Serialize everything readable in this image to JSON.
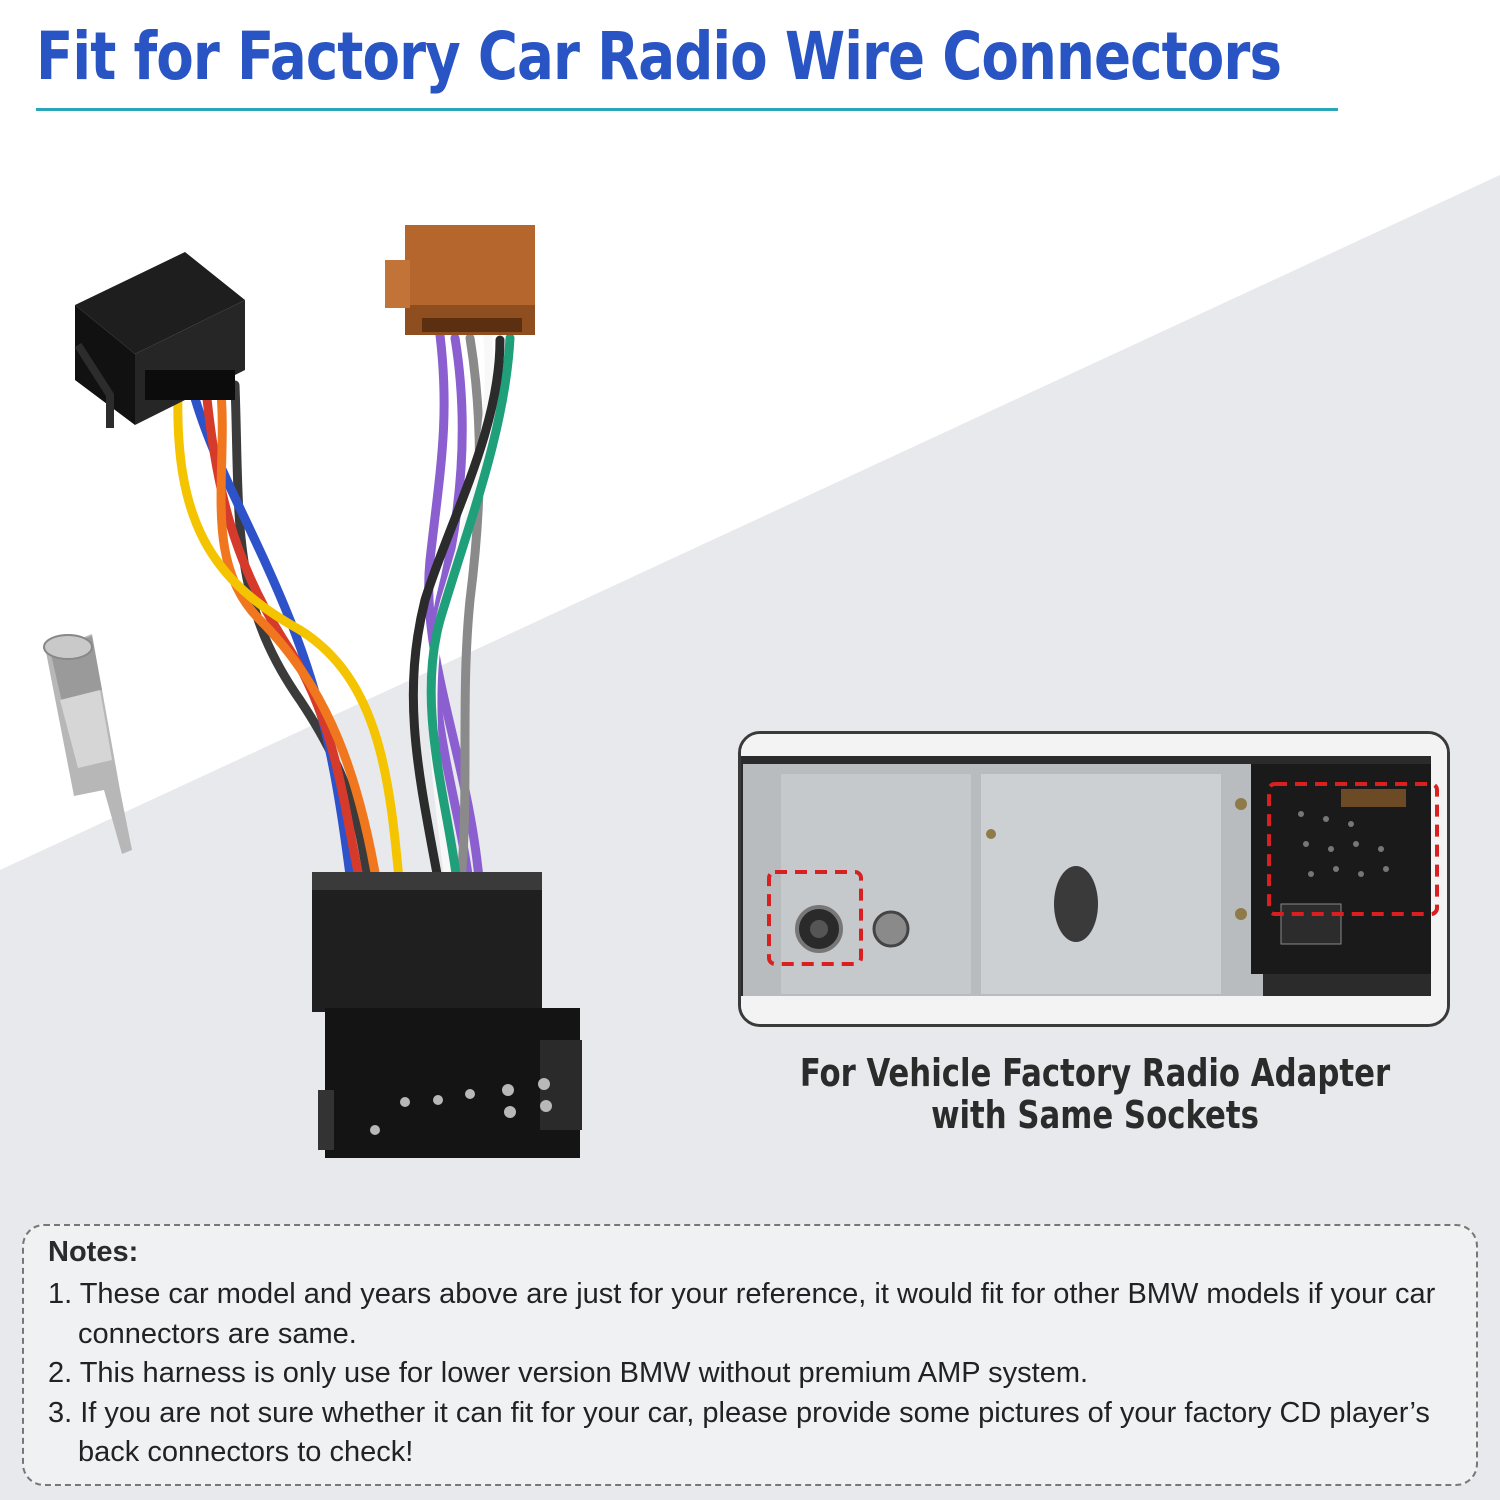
{
  "header": {
    "title": "Fit for Factory Car Radio Wire Connectors"
  },
  "colors": {
    "title": "#2855c3",
    "underline": "#2aa6b8",
    "background_light": "#e8e9ec",
    "notes_bg": "#f0f1f3",
    "highlight_dash": "#d91f1f",
    "text_dark": "#2b2b2b"
  },
  "product": {
    "items": [
      {
        "name": "iso-black-connector-icon"
      },
      {
        "name": "iso-brown-connector-icon"
      },
      {
        "name": "vehicle-connector-icon"
      },
      {
        "name": "antenna-adapter-icon"
      }
    ],
    "wire_colors": [
      "#f5c400",
      "#2e52c9",
      "#f0771e",
      "#d63a2a",
      "#3b3b3b",
      "#8b5fd0",
      "#ffffff",
      "#1fa07a",
      "#8a8a8a"
    ]
  },
  "reference_photo": {
    "caption_line1": "For Vehicle Factory Radio Adapter",
    "caption_line2": "with Same Sockets"
  },
  "notes": {
    "title": "Notes:",
    "items": [
      "1. These car model and years above are just for your reference, it would fit for other BMW models if your car connectors are same.",
      "2. This harness is only use for lower version BMW without premium AMP system.",
      "3. If you are not sure whether it can fit for your car, please provide some pictures of your factory CD player’s back connectors to check!"
    ]
  }
}
